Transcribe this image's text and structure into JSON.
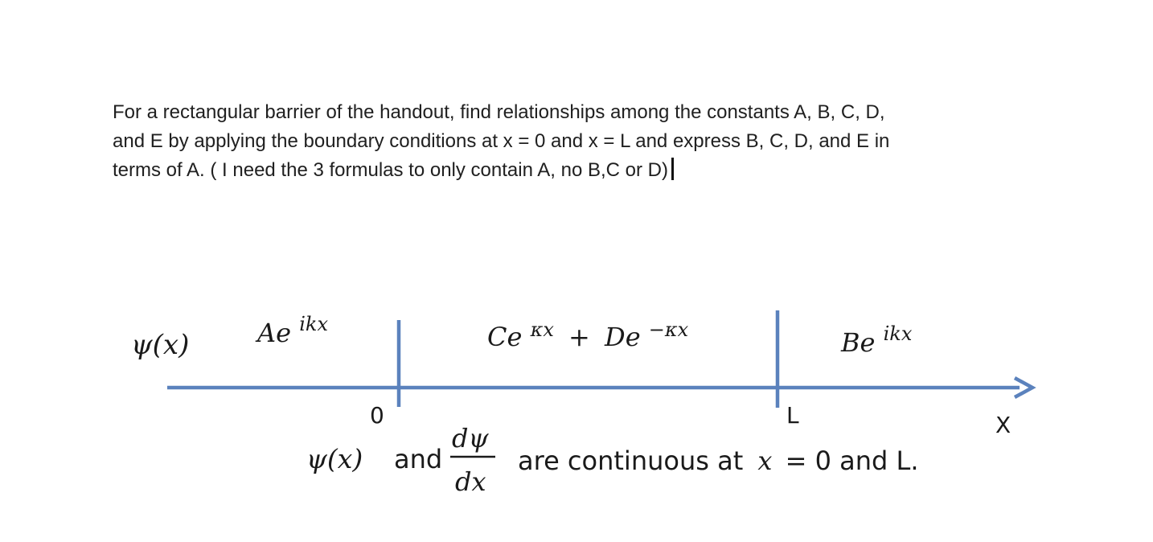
{
  "question": {
    "line1": "For a rectangular barrier of the handout, find relationships among the constants A, B, C, D,",
    "line2": "and E by applying the boundary conditions at x = 0 and x = L and express B, C, D, and E in",
    "line3": "terms of A. ( I need the 3 formulas to only contain A, no B,C or D)"
  },
  "diagram": {
    "psi_label": "ψ(x)",
    "region1": {
      "base": "Ae",
      "exponent": "ikx"
    },
    "region2": {
      "c_base": "Ce",
      "c_exponent": "κx",
      "plus": "+",
      "d_base": "De",
      "d_exponent": "−κx"
    },
    "region3": {
      "base": "Be",
      "exponent": "ikx"
    },
    "boundary_left_label": "0",
    "boundary_right_label": "L",
    "axis_label": "X",
    "caption": {
      "psi": "ψ(x)",
      "and": "and",
      "numerator": "dψ",
      "denominator": "dx",
      "rest_before_x": "are continuous at",
      "x": "x",
      "rest_after_x": "= 0 and L."
    },
    "colors": {
      "axis": "#5b82bd"
    }
  }
}
